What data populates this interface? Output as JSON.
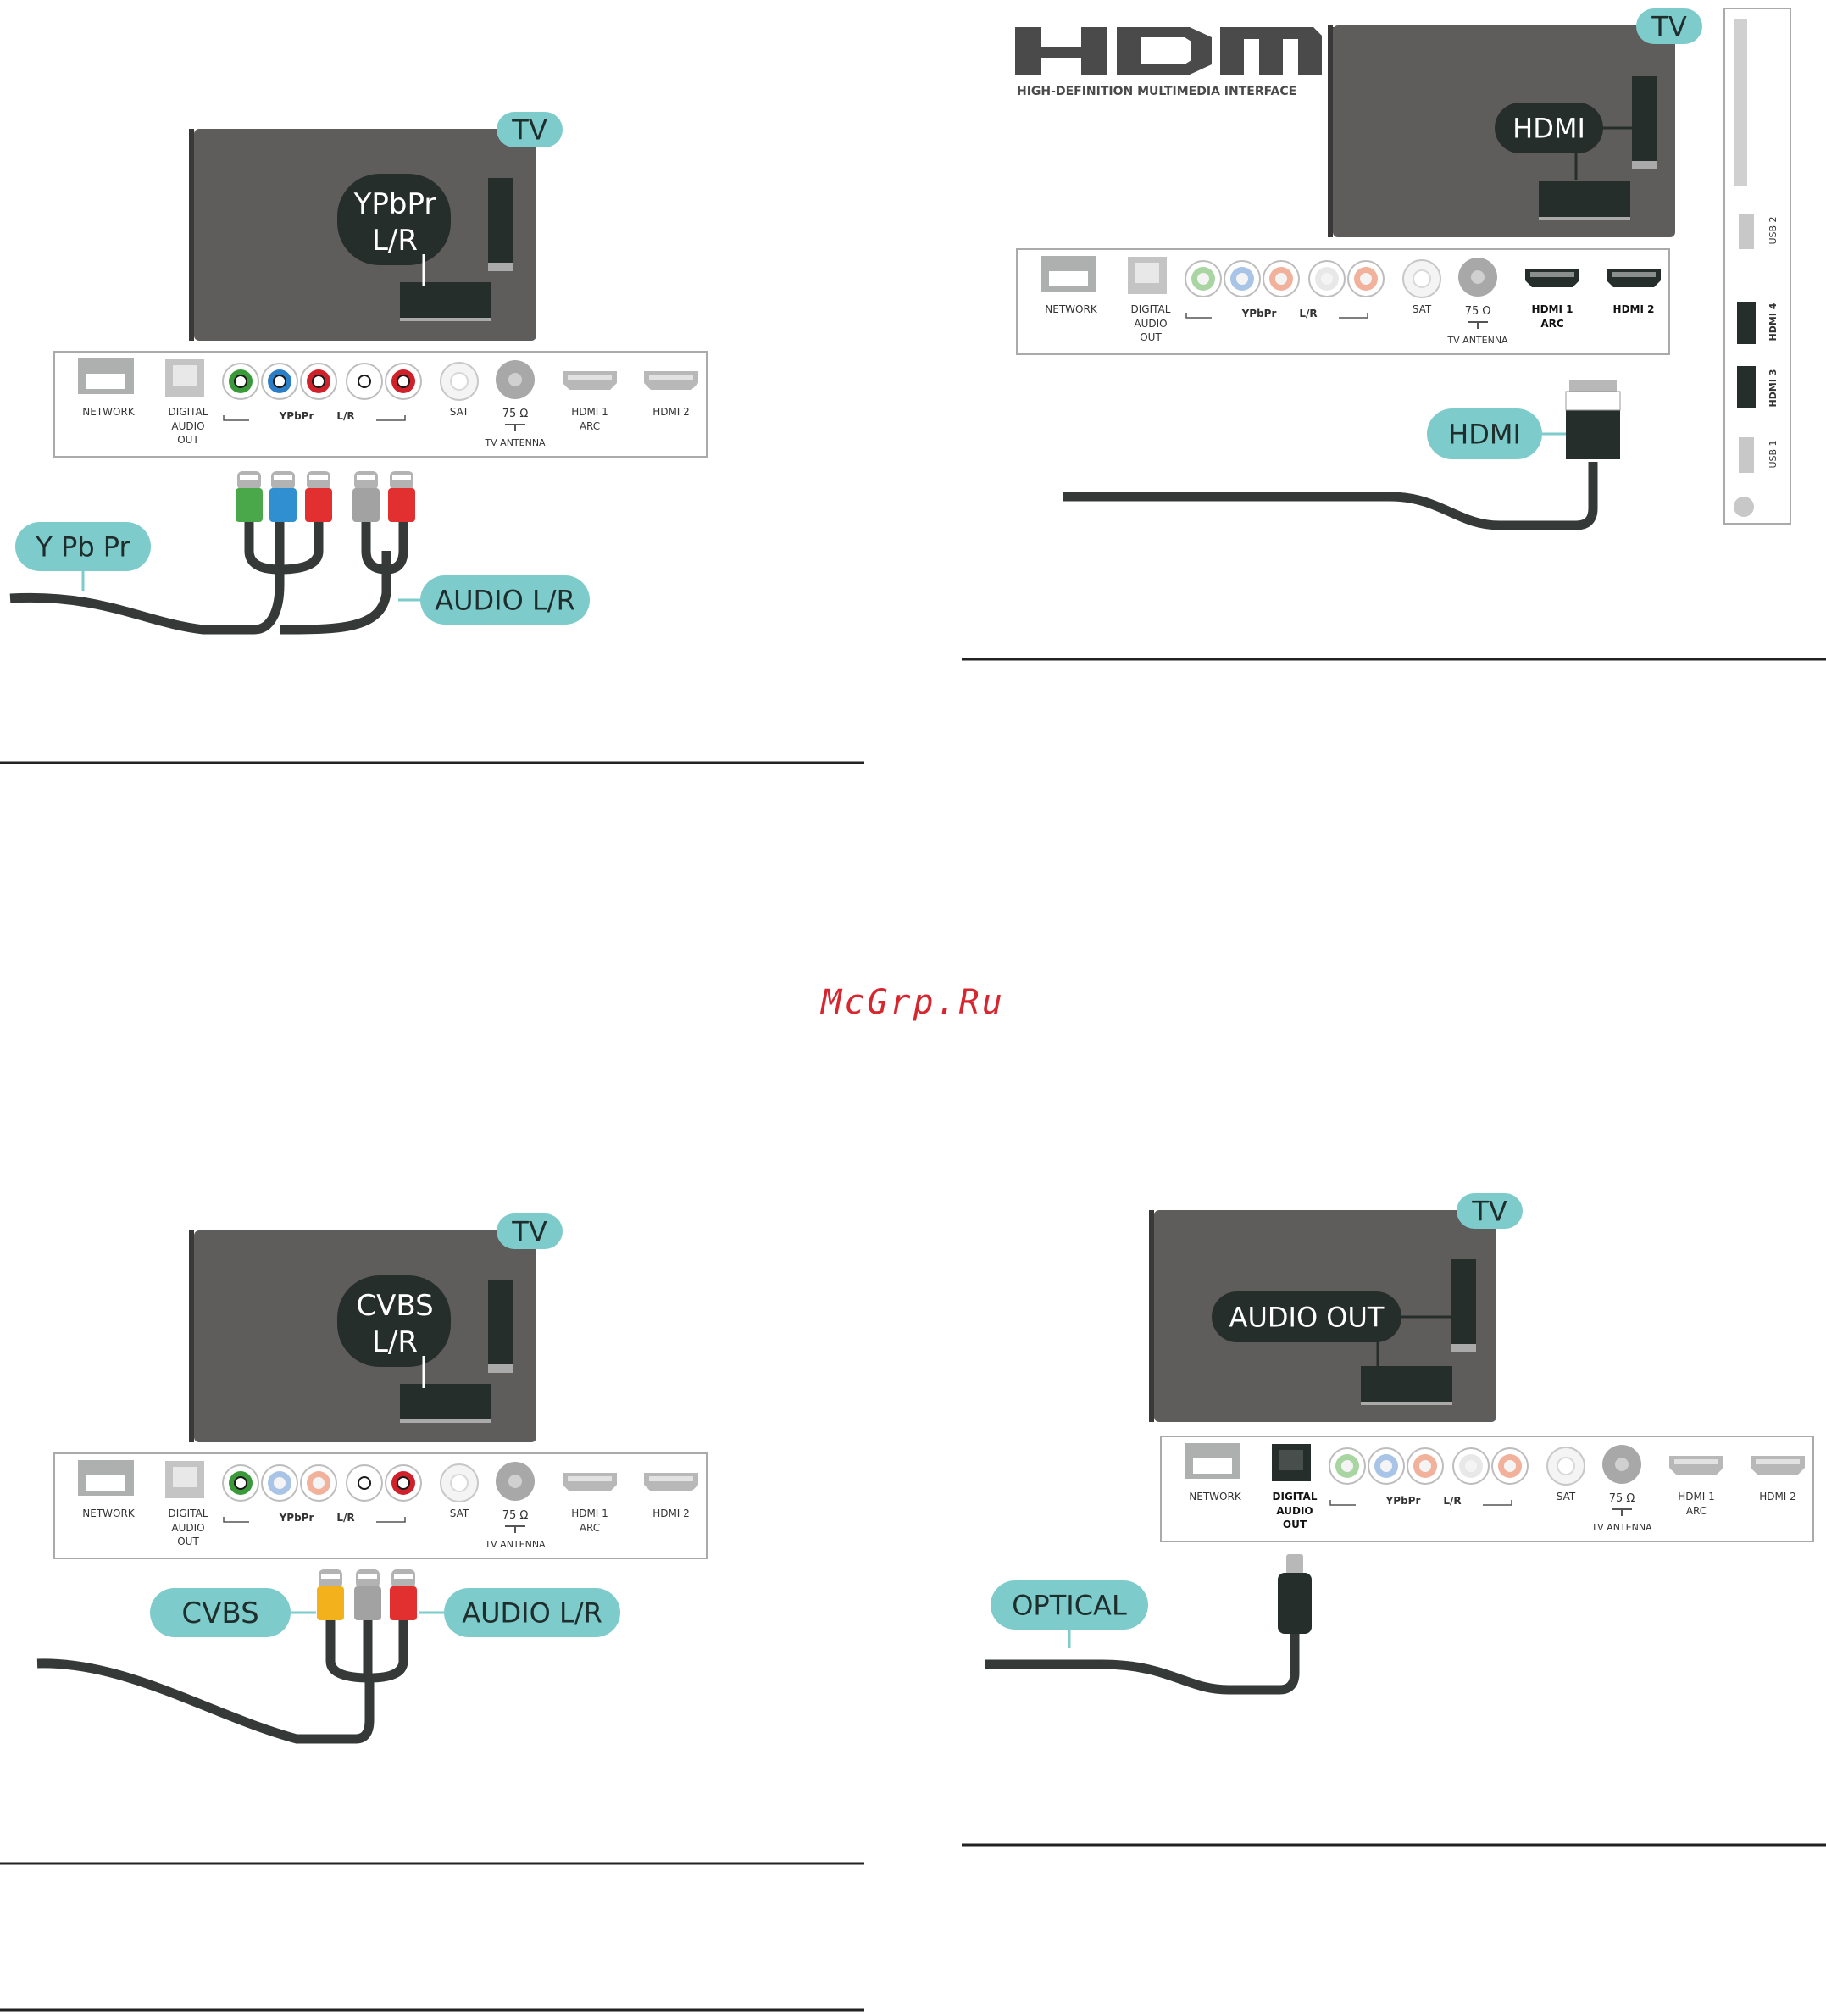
{
  "watermark": "McGrp.Ru",
  "colors": {
    "tv_body": "#5f5c5c",
    "connector_dark": "#262e2c",
    "teal": "#7ecbcc",
    "panel_border": "#aaaaaa",
    "cable": "#353a39",
    "plug_green": "#4aa84a",
    "plug_blue": "#2f8fd1",
    "plug_red": "#e23030",
    "plug_gray": "#a2a2a2",
    "plug_yellow": "#f3b21c",
    "rca_green": "#3a9a3a",
    "rca_blue": "#2a7ec8",
    "rca_red": "#d0202a",
    "rca_faded_green": "#a8d5a2",
    "rca_faded_blue": "#a8c4e6",
    "rca_faded_red": "#f2b19b"
  },
  "panel_labels": {
    "network": "NETWORK",
    "digital": "DIGITAL",
    "audio": "AUDIO",
    "out": "OUT",
    "ypbpr": "YPbPr",
    "lr": "L/R",
    "sat": "SAT",
    "ohm": "75 Ω",
    "tv_antenna": "TV ANTENNA",
    "hdmi1": "HDMI 1",
    "arc": "ARC",
    "hdmi2": "HDMI 2"
  },
  "diagrams": {
    "ypbpr": {
      "tv_tag": "TV",
      "bubble_line1": "YPbPr",
      "bubble_line2": "L/R",
      "cable_tag": "Y Pb Pr",
      "audio_tag": "AUDIO L/R"
    },
    "hdmi": {
      "logo": "HDMI",
      "logo_subtitle": "HIGH-DEFINITION MULTIMEDIA INTERFACE",
      "tv_tag": "TV",
      "bubble": "HDMI",
      "cable_tag": "HDMI",
      "side_labels": [
        "USB 2",
        "HDMI 4",
        "HDMI 3",
        "USB 1"
      ]
    },
    "cvbs": {
      "tv_tag": "TV",
      "bubble_line1": "CVBS",
      "bubble_line2": "L/R",
      "cable_tag": "CVBS",
      "audio_tag": "AUDIO L/R"
    },
    "optical": {
      "tv_tag": "TV",
      "bubble": "AUDIO OUT",
      "cable_tag": "OPTICAL"
    }
  }
}
